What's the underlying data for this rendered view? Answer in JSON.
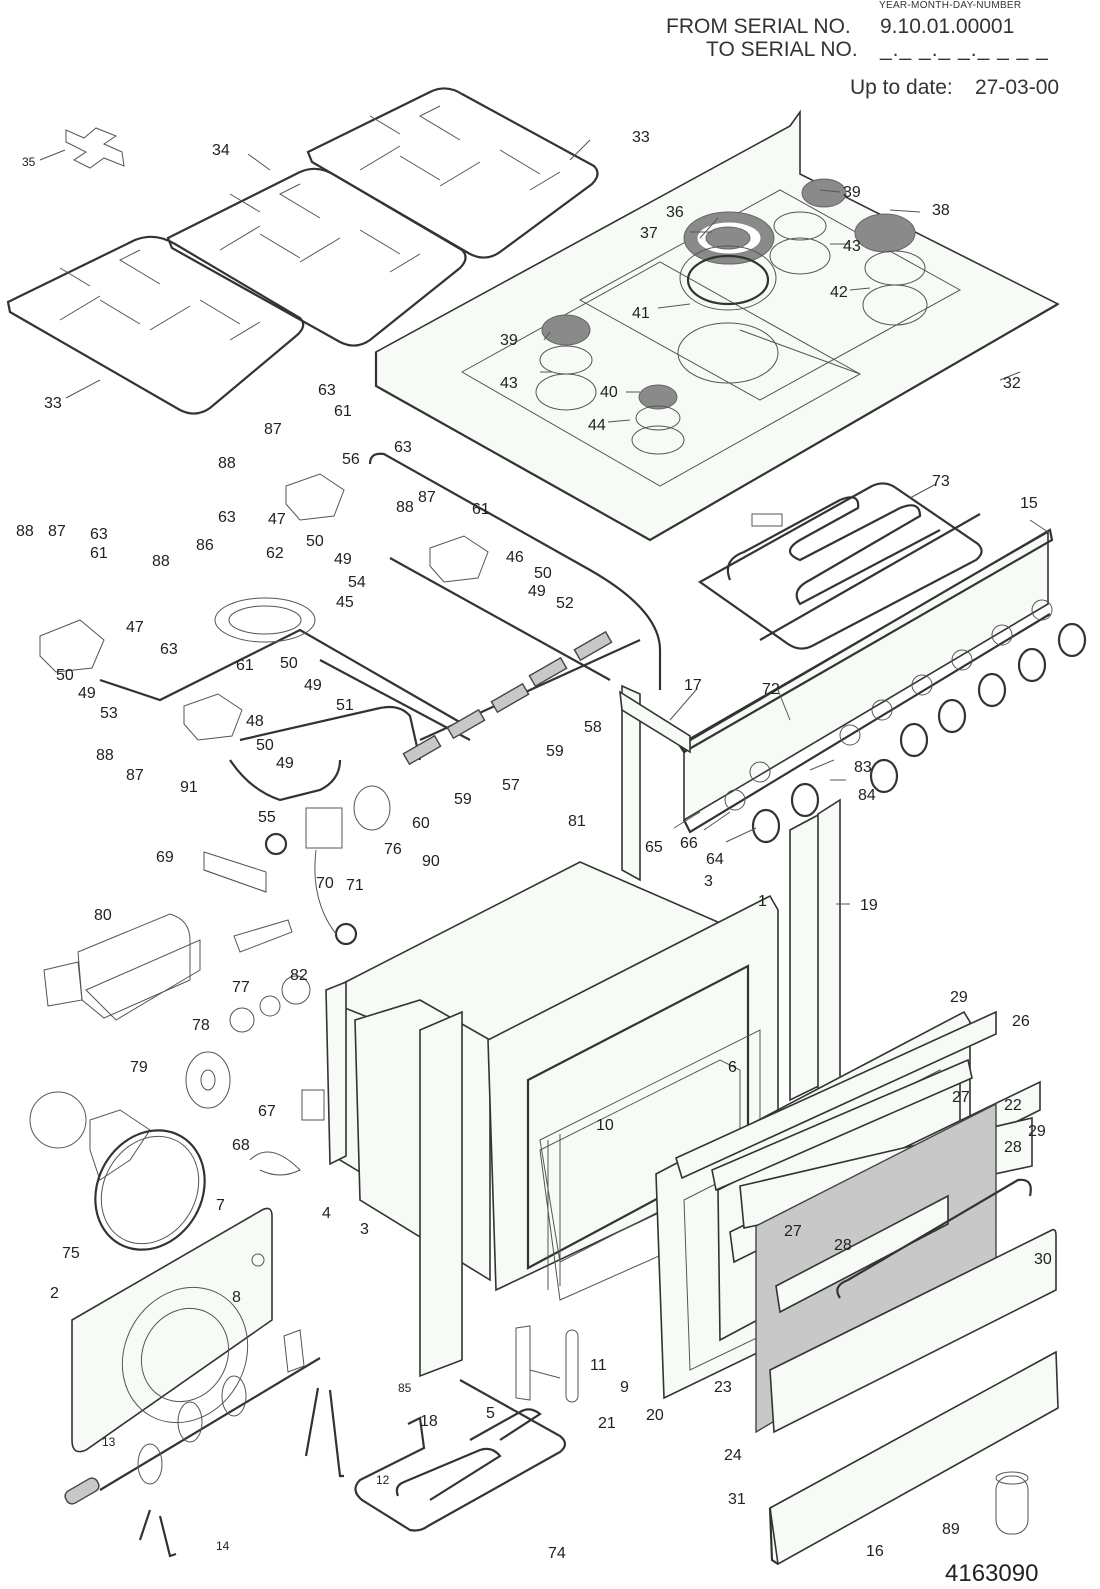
{
  "header": {
    "format_hint": "YEAR-MONTH-DAY-NUMBER",
    "from_serial_label": "FROM SERIAL NO.",
    "from_serial_value": "9.10.01.00001",
    "to_serial_label": "TO SERIAL NO.",
    "to_serial_value": "_._ _._ _._ _ _ _",
    "up_to_date_label": "Up to date:",
    "up_to_date_value": "27-03-00"
  },
  "drawing_number": "4163090",
  "callouts": [
    {
      "id": "35",
      "group": "pan-support"
    },
    {
      "id": "34",
      "group": "grid"
    },
    {
      "id": "33a",
      "text": "33",
      "group": "grid"
    },
    {
      "id": "33b",
      "text": "33",
      "group": "grid"
    },
    {
      "id": "39a",
      "text": "39",
      "group": "burner-cap"
    },
    {
      "id": "38",
      "group": "burner-cap"
    },
    {
      "id": "36",
      "group": "burner-ring"
    },
    {
      "id": "37",
      "group": "burner-cap"
    },
    {
      "id": "43a",
      "text": "43",
      "group": "burner-head"
    },
    {
      "id": "42",
      "group": "burner-head"
    },
    {
      "id": "41",
      "group": "burner-head"
    },
    {
      "id": "39b",
      "text": "39",
      "group": "burner-cap"
    },
    {
      "id": "43b",
      "text": "43",
      "group": "burner-head"
    },
    {
      "id": "40",
      "group": "burner-cap"
    },
    {
      "id": "44",
      "group": "burner-head"
    },
    {
      "id": "32",
      "group": "hob"
    },
    {
      "id": "73",
      "group": "grill-element"
    },
    {
      "id": "15",
      "group": "control-panel"
    },
    {
      "id": "17",
      "group": "side"
    },
    {
      "id": "72",
      "group": "control"
    },
    {
      "id": "83",
      "group": "control"
    },
    {
      "id": "84",
      "group": "control"
    },
    {
      "id": "65",
      "group": "knob"
    },
    {
      "id": "66",
      "group": "knob"
    },
    {
      "id": "64",
      "group": "knob"
    },
    {
      "id": "19",
      "group": "side"
    },
    {
      "id": "63a",
      "text": "63"
    },
    {
      "id": "61a",
      "text": "61"
    },
    {
      "id": "87a",
      "text": "87"
    },
    {
      "id": "88a",
      "text": "88"
    },
    {
      "id": "63b",
      "text": "63"
    },
    {
      "id": "47a",
      "text": "47"
    },
    {
      "id": "56",
      "text": "56"
    },
    {
      "id": "63c",
      "text": "63"
    },
    {
      "id": "88b",
      "text": "88"
    },
    {
      "id": "87b",
      "text": "87"
    },
    {
      "id": "61b",
      "text": "61"
    },
    {
      "id": "50a",
      "text": "50"
    },
    {
      "id": "49a",
      "text": "49"
    },
    {
      "id": "54",
      "text": "54"
    },
    {
      "id": "88c",
      "text": "88"
    },
    {
      "id": "87c",
      "text": "87"
    },
    {
      "id": "63d",
      "text": "63"
    },
    {
      "id": "61c",
      "text": "61"
    },
    {
      "id": "88d",
      "text": "88"
    },
    {
      "id": "86",
      "text": "86"
    },
    {
      "id": "62",
      "text": "62"
    },
    {
      "id": "46",
      "text": "46"
    },
    {
      "id": "50b",
      "text": "50"
    },
    {
      "id": "49b",
      "text": "49"
    },
    {
      "id": "52",
      "text": "52"
    },
    {
      "id": "45",
      "text": "45"
    },
    {
      "id": "47b",
      "text": "47"
    },
    {
      "id": "63e",
      "text": "63"
    },
    {
      "id": "61d",
      "text": "61"
    },
    {
      "id": "50c",
      "text": "50"
    },
    {
      "id": "50d",
      "text": "50"
    },
    {
      "id": "49c",
      "text": "49"
    },
    {
      "id": "49d",
      "text": "49"
    },
    {
      "id": "51",
      "text": "51"
    },
    {
      "id": "53",
      "text": "53"
    },
    {
      "id": "48",
      "text": "48"
    },
    {
      "id": "50e",
      "text": "50"
    },
    {
      "id": "49e",
      "text": "49"
    },
    {
      "id": "88e",
      "text": "88"
    },
    {
      "id": "87d",
      "text": "87"
    },
    {
      "id": "58",
      "text": "58"
    },
    {
      "id": "59a",
      "text": "59"
    },
    {
      "id": "57",
      "text": "57"
    },
    {
      "id": "59b",
      "text": "59"
    },
    {
      "id": "60",
      "text": "60"
    },
    {
      "id": "91",
      "text": "91"
    },
    {
      "id": "55",
      "text": "55"
    },
    {
      "id": "76",
      "text": "76"
    },
    {
      "id": "81",
      "text": "81"
    },
    {
      "id": "69",
      "text": "69"
    },
    {
      "id": "70",
      "text": "70"
    },
    {
      "id": "71",
      "text": "71"
    },
    {
      "id": "90",
      "text": "90"
    },
    {
      "id": "80",
      "text": "80"
    },
    {
      "id": "82",
      "text": "82"
    },
    {
      "id": "77",
      "text": "77"
    },
    {
      "id": "78",
      "text": "78"
    },
    {
      "id": "79",
      "text": "79"
    },
    {
      "id": "67",
      "text": "67"
    },
    {
      "id": "68",
      "text": "68"
    },
    {
      "id": "7",
      "text": "7"
    },
    {
      "id": "75",
      "text": "75"
    },
    {
      "id": "8",
      "text": "8"
    },
    {
      "id": "2",
      "text": "2"
    },
    {
      "id": "4",
      "text": "4"
    },
    {
      "id": "3a",
      "text": "3"
    },
    {
      "id": "3b",
      "text": "3"
    },
    {
      "id": "1",
      "text": "1"
    },
    {
      "id": "6",
      "text": "6"
    },
    {
      "id": "10",
      "text": "10"
    },
    {
      "id": "29a",
      "text": "29"
    },
    {
      "id": "26",
      "text": "26"
    },
    {
      "id": "27a",
      "text": "27"
    },
    {
      "id": "22",
      "text": "22"
    },
    {
      "id": "29b",
      "text": "29"
    },
    {
      "id": "28a",
      "text": "28"
    },
    {
      "id": "27b",
      "text": "27"
    },
    {
      "id": "28b",
      "text": "28"
    },
    {
      "id": "30",
      "text": "30"
    },
    {
      "id": "11",
      "text": "11"
    },
    {
      "id": "9",
      "text": "9"
    },
    {
      "id": "23",
      "text": "23"
    },
    {
      "id": "20",
      "text": "20"
    },
    {
      "id": "24",
      "text": "24"
    },
    {
      "id": "31",
      "text": "31"
    },
    {
      "id": "16",
      "text": "16"
    },
    {
      "id": "89",
      "text": "89"
    },
    {
      "id": "18",
      "text": "18"
    },
    {
      "id": "5",
      "text": "5"
    },
    {
      "id": "21",
      "text": "21"
    },
    {
      "id": "85",
      "text": "85"
    },
    {
      "id": "13",
      "text": "13"
    },
    {
      "id": "12",
      "text": "12"
    },
    {
      "id": "14",
      "text": "14"
    },
    {
      "id": "74",
      "text": "74"
    }
  ],
  "labels": {
    "35": "35",
    "34": "34",
    "33a": "33",
    "33b": "33",
    "39a": "39",
    "38": "38",
    "36": "36",
    "37": "37",
    "43a": "43",
    "42": "42",
    "41": "41",
    "39b": "39",
    "43b": "43",
    "40": "40",
    "44": "44",
    "32": "32",
    "73": "73",
    "15": "15",
    "17": "17",
    "72": "72",
    "83": "83",
    "84": "84",
    "65": "65",
    "66": "66",
    "64": "64",
    "19": "19",
    "63a": "63",
    "61a": "61",
    "87a": "87",
    "88a": "88",
    "63b": "63",
    "47a": "47",
    "56": "56",
    "63c": "63",
    "88b": "88",
    "87b": "87",
    "61b": "61",
    "50a": "50",
    "49a": "49",
    "54": "54",
    "88c": "88",
    "87c": "87",
    "63d": "63",
    "61c": "61",
    "88d": "88",
    "86": "86",
    "62": "62",
    "46": "46",
    "50b": "50",
    "49b": "49",
    "52": "52",
    "45": "45",
    "47b": "47",
    "63e": "63",
    "61d": "61",
    "50c": "50",
    "50d": "50",
    "49c": "49",
    "49d": "49",
    "51": "51",
    "53": "53",
    "48": "48",
    "50e": "50",
    "49e": "49",
    "88e": "88",
    "87d": "87",
    "58": "58",
    "59a": "59",
    "57": "57",
    "59b": "59",
    "60": "60",
    "91": "91",
    "55": "55",
    "76": "76",
    "81": "81",
    "69": "69",
    "70": "70",
    "71": "71",
    "90": "90",
    "80": "80",
    "82": "82",
    "77": "77",
    "78": "78",
    "79": "79",
    "67": "67",
    "68": "68",
    "7": "7",
    "75": "75",
    "8": "8",
    "2": "2",
    "4": "4",
    "3a": "3",
    "3b": "3",
    "1": "1",
    "6": "6",
    "10": "10",
    "29a": "29",
    "26": "26",
    "27a": "27",
    "22": "22",
    "29b": "29",
    "28a": "28",
    "27b": "27",
    "28b": "28",
    "30": "30",
    "11": "11",
    "9": "9",
    "23": "23",
    "20": "20",
    "24": "24",
    "31": "31",
    "16": "16",
    "89": "89",
    "18": "18",
    "5": "5",
    "21": "21",
    "85": "85",
    "13": "13",
    "12": "12",
    "14": "14",
    "74": "74"
  },
  "colors": {
    "line": "#333333",
    "panel_fill": "#f6fbf6",
    "cap_grey": "#8a8a8a",
    "door_glass": "#c8c8c8"
  }
}
